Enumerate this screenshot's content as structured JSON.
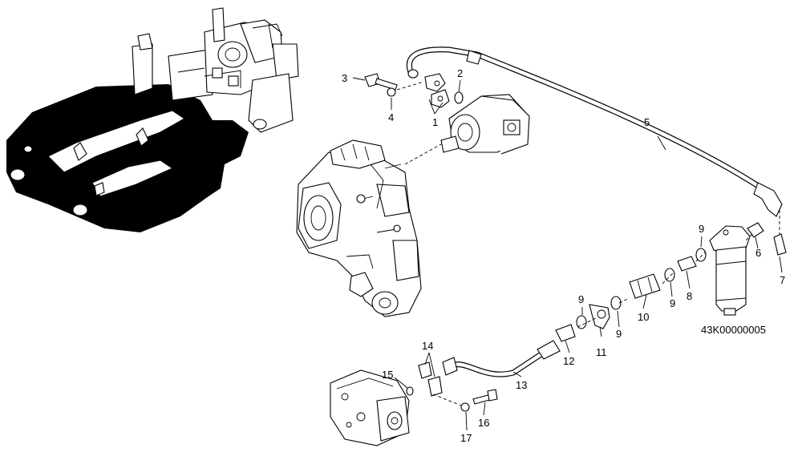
{
  "diagram": {
    "drawing_code": "43K00000005",
    "callouts": [
      "1",
      "2",
      "3",
      "4",
      "5",
      "6",
      "7",
      "8",
      "9",
      "9",
      "9",
      "9",
      "10",
      "11",
      "12",
      "13",
      "14",
      "15",
      "16",
      "17"
    ]
  }
}
